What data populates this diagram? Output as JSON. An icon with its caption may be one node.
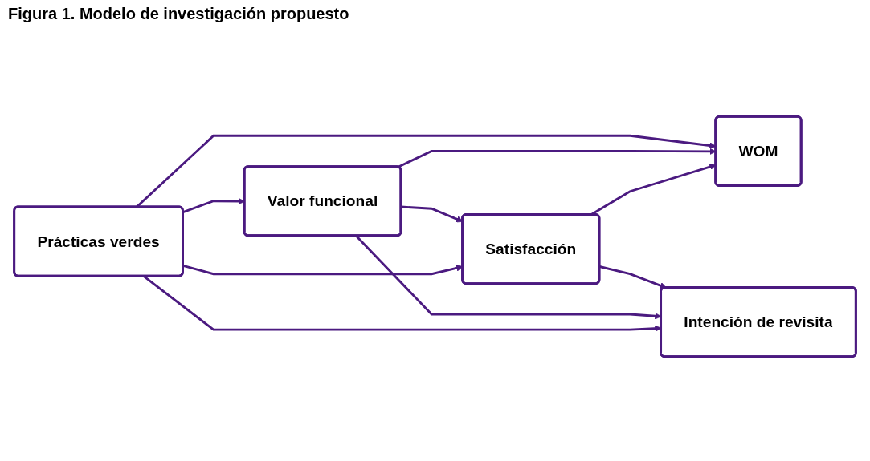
{
  "diagram": {
    "title": "Figura 1. Modelo de investigación propuesto",
    "nodes": [
      {
        "text": [
          "Prácticas verdes"
        ]
      },
      {
        "text": [
          "Valor funcional"
        ]
      },
      {
        "text": [
          "Satisfacción"
        ]
      },
      {
        "text": [
          "WOM"
        ]
      },
      {
        "text": [
          "Intención de revisita"
        ]
      }
    ],
    "edges": [
      {
        "from": 0,
        "to": 3,
        "arrow": "to"
      },
      {
        "from": 1,
        "to": 3,
        "arrow": "to"
      },
      {
        "from": 0,
        "to": 1,
        "arrow": "to"
      },
      {
        "from": 1,
        "to": 2,
        "arrow": "to"
      },
      {
        "from": 2,
        "to": 3,
        "arrow": "to"
      },
      {
        "from": 2,
        "to": 4,
        "arrow": "to"
      },
      {
        "from": 1,
        "to": 4,
        "arrow": "to"
      },
      {
        "from": 0,
        "to": 4,
        "arrow": "to"
      },
      {
        "from": 0,
        "to": 2,
        "arrow": "to"
      }
    ]
  }
}
